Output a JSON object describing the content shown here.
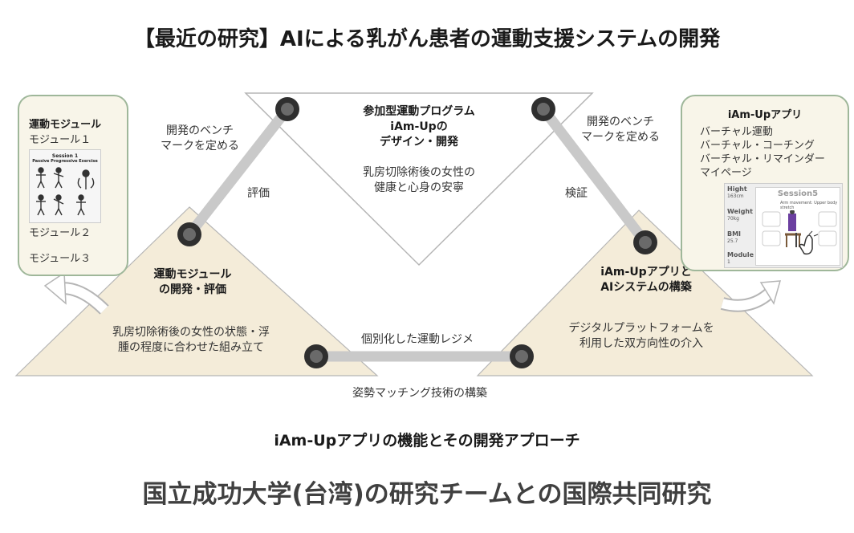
{
  "title": "【最近の研究】AIによる乳がん患者の運動支援システムの開発",
  "center": {
    "heading": "参加型運動プログラム\niAm-Upの\nデザイン・開発",
    "description": "乳房切除術後の女性の\n健康と心身の安寧"
  },
  "left": {
    "heading": "運動モジュール\nの開発・評価",
    "description": "乳房切除術後の女性の状態・浮\n腫の程度に合わせた組み立て"
  },
  "right": {
    "heading": "iAm-Upアプリと\nAIシステムの構築",
    "description": "デジタルプラットフォームを\n利用した双方向性の介入"
  },
  "edges": {
    "left_benchmark": "開発のベンチ\nマークを定める",
    "left_eval": "評価",
    "right_benchmark": "開発のベンチ\nマークを定める",
    "right_verify": "検証",
    "bottom_top": "個別化した運動レジメ",
    "bottom_below": "姿勢マッチング技術の構築"
  },
  "module_box": {
    "title": "運動モジュール",
    "item1": "モジュール１",
    "item2": "モジュール２",
    "item3": "モジュール３",
    "thumb_line1": "Session 1",
    "thumb_line2": "Passive Progressive Exercise"
  },
  "app_box": {
    "title": "iAm-Upアプリ",
    "items": [
      "バーチャル運動",
      "バーチャル・コーチング",
      "バーチャル・リマインダー",
      "マイページ"
    ],
    "screen_labels": [
      "Hight",
      "Weight",
      "BMI",
      "Module"
    ],
    "screen_values": [
      "163cm",
      "70kg",
      "25.7",
      "1"
    ],
    "screen_session": "Session5",
    "screen_caption": "Arm movement: Upper body stretch"
  },
  "subtitle": "iAm-Upアプリの機能とその開発アプローチ",
  "footer": "国立成功大学(台湾)の研究チームとの国際共同研究",
  "colors": {
    "triangle_fill": "#f4ecd9",
    "triangle_stroke": "#b8b8b8",
    "bar": "#c9c9c9",
    "node": "#2f2f2f",
    "box_border": "#9fb79a"
  }
}
